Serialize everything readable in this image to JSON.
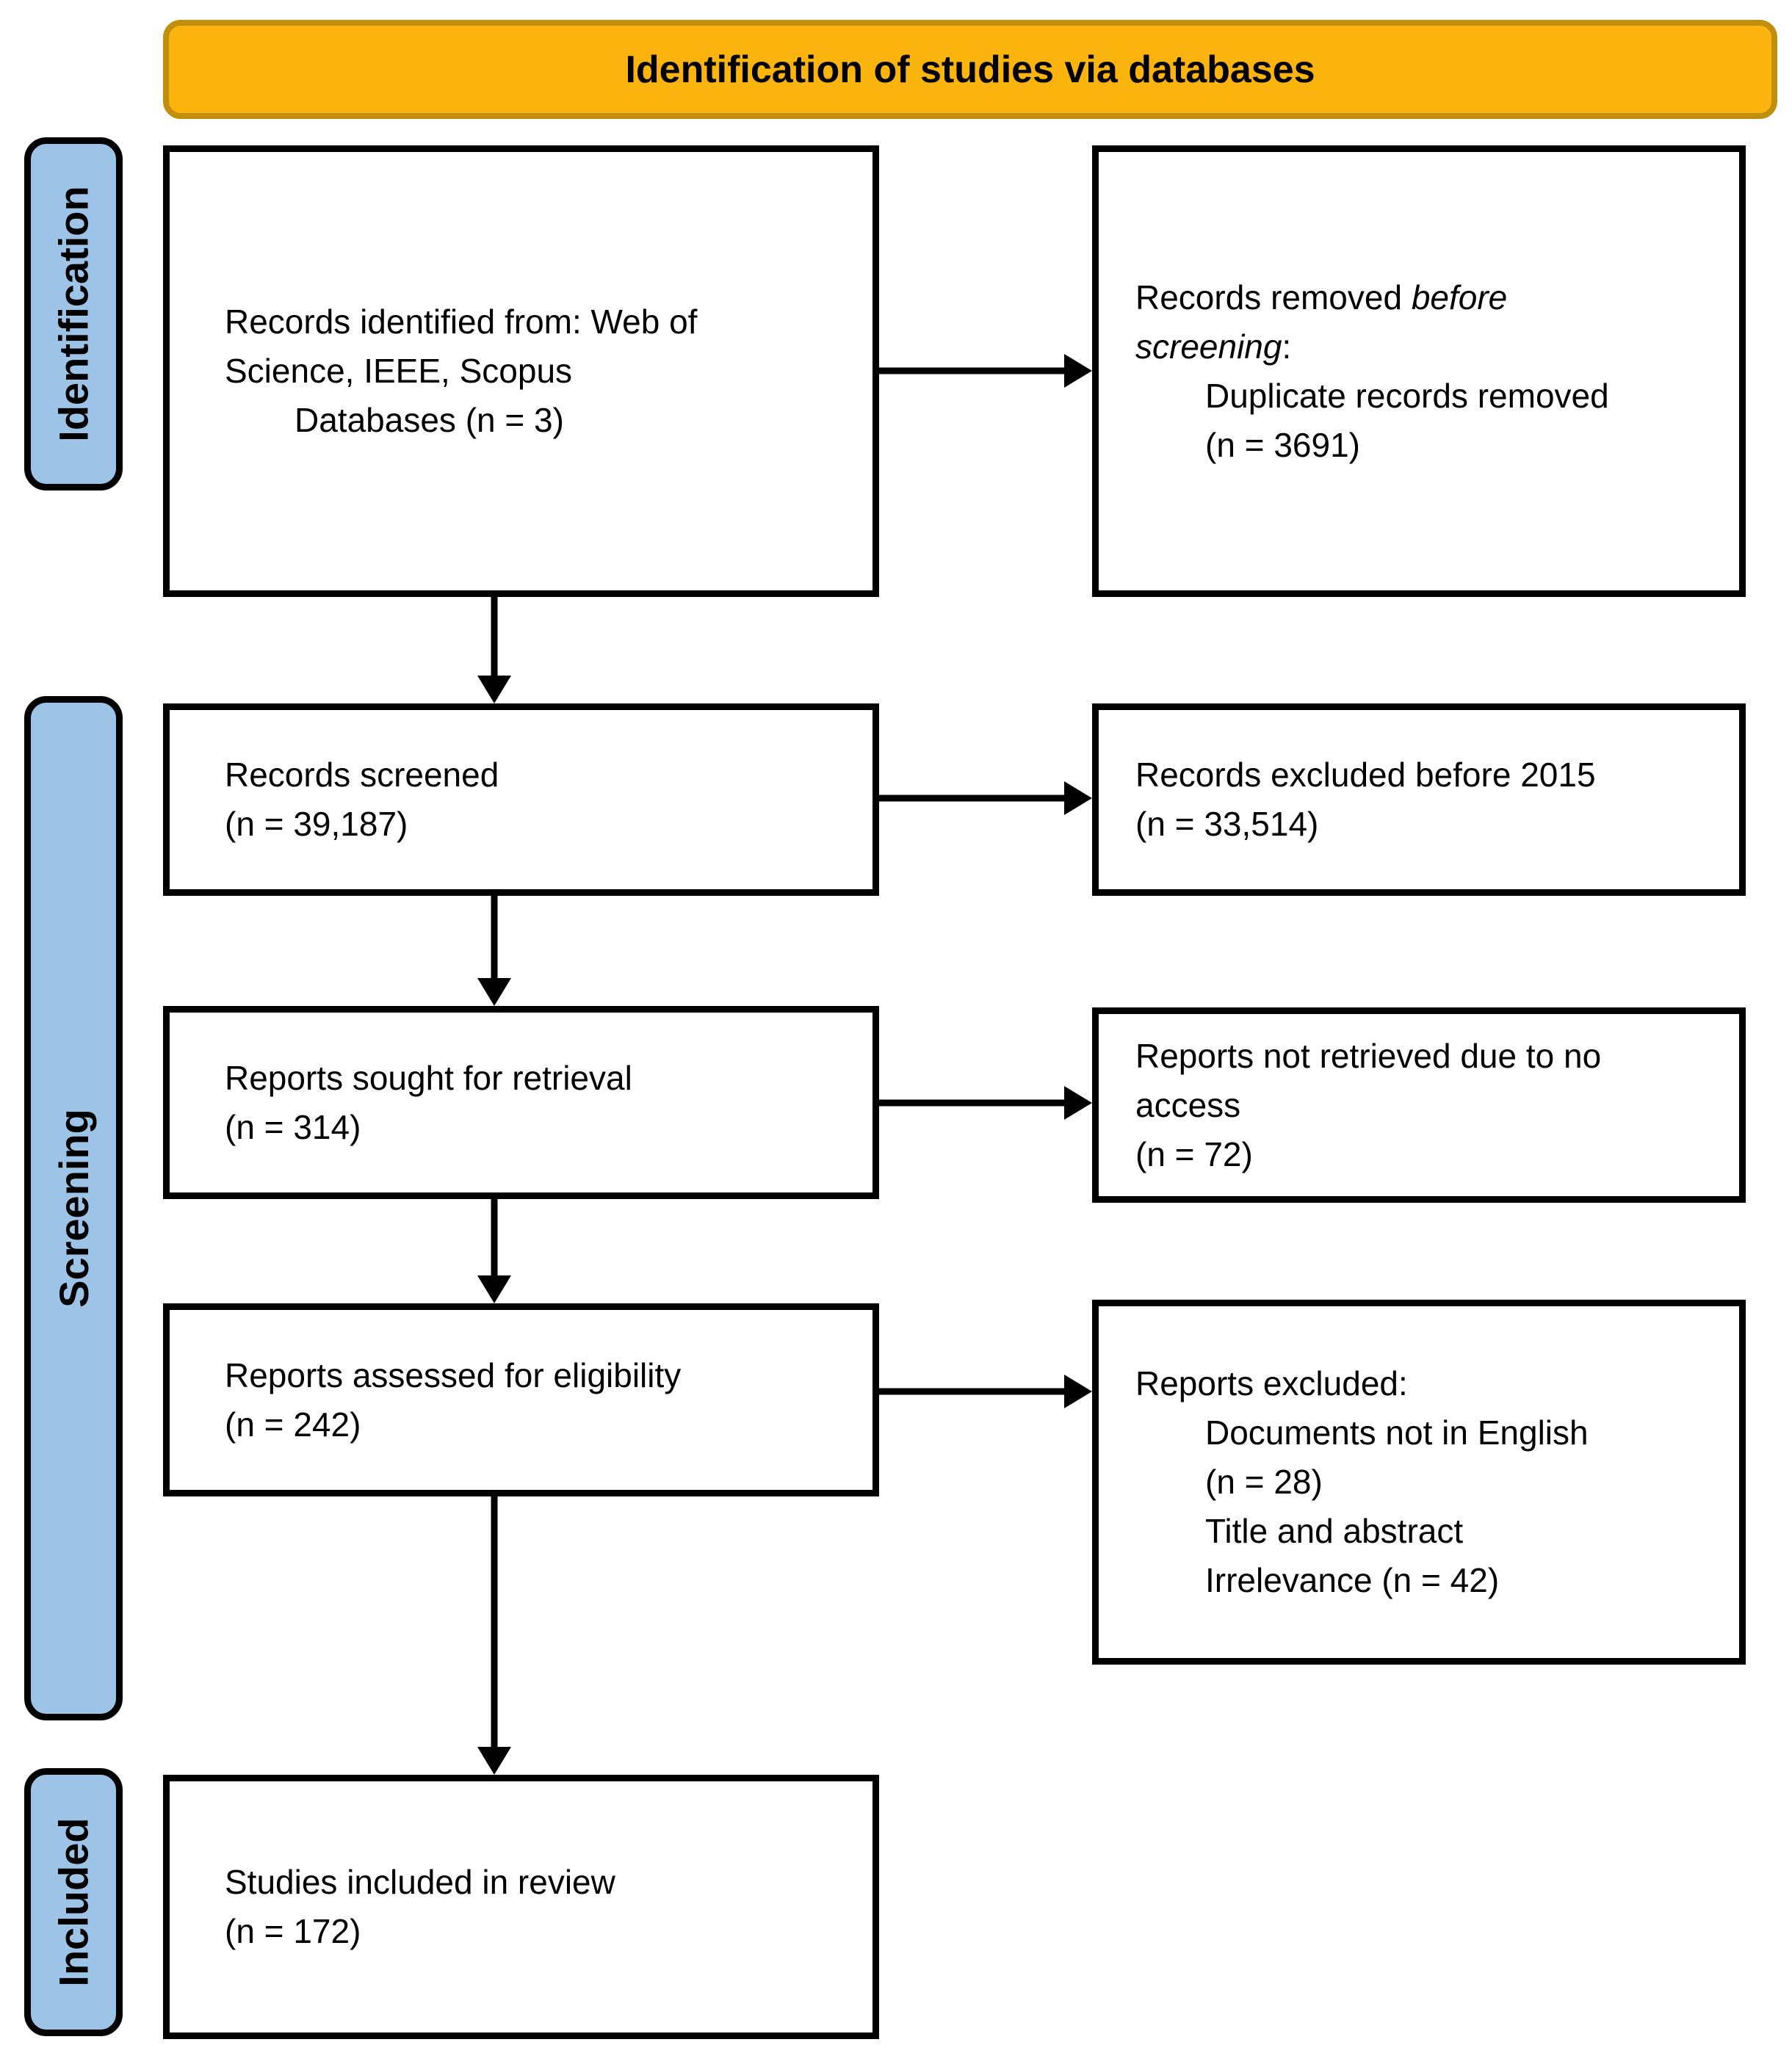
{
  "banner": {
    "label": "Identification of studies via databases"
  },
  "colors": {
    "banner_fill": "#FBB40E",
    "banner_border": "#C28E0E",
    "stage_fill": "#9DC3E6",
    "box_border": "#000000",
    "text": "#000000"
  },
  "stages": [
    {
      "label": "Identification"
    },
    {
      "label": "Screening"
    },
    {
      "label": "Included"
    }
  ],
  "boxes": {
    "records_identified": {
      "lines": [
        {
          "indent": 0,
          "segs": [
            {
              "t": "Records identified from: Web of"
            }
          ]
        },
        {
          "indent": 0,
          "segs": [
            {
              "t": "Science, IEEE, Scopus"
            }
          ]
        },
        {
          "indent": 1,
          "segs": [
            {
              "t": "Databases (n = 3)"
            }
          ]
        }
      ]
    },
    "records_removed": {
      "lines": [
        {
          "indent": 0,
          "segs": [
            {
              "t": "Records removed "
            },
            {
              "t": "before",
              "i": true
            }
          ]
        },
        {
          "indent": 0,
          "segs": [
            {
              "t": "screening",
              "i": true
            },
            {
              "t": ":"
            }
          ]
        },
        {
          "indent": 1,
          "segs": [
            {
              "t": "Duplicate records removed"
            }
          ]
        },
        {
          "indent": 1,
          "segs": [
            {
              "t": "(n = 3691)"
            }
          ]
        }
      ]
    },
    "records_screened": {
      "lines": [
        {
          "indent": 0,
          "segs": [
            {
              "t": "Records screened"
            }
          ]
        },
        {
          "indent": 0,
          "segs": [
            {
              "t": "(n = 39,187)"
            }
          ]
        }
      ]
    },
    "records_excluded": {
      "lines": [
        {
          "indent": 0,
          "segs": [
            {
              "t": "Records excluded before 2015"
            }
          ]
        },
        {
          "indent": 0,
          "segs": [
            {
              "t": "(n = 33,514)"
            }
          ]
        }
      ]
    },
    "reports_sought": {
      "lines": [
        {
          "indent": 0,
          "segs": [
            {
              "t": "Reports sought for retrieval"
            }
          ]
        },
        {
          "indent": 0,
          "segs": [
            {
              "t": "(n = 314)"
            }
          ]
        }
      ]
    },
    "reports_not_retrieved": {
      "lines": [
        {
          "indent": 0,
          "segs": [
            {
              "t": "Reports not retrieved due to no"
            }
          ]
        },
        {
          "indent": 0,
          "segs": [
            {
              "t": "access"
            }
          ]
        },
        {
          "indent": 0,
          "segs": [
            {
              "t": "(n = 72)"
            }
          ]
        }
      ]
    },
    "reports_assessed": {
      "lines": [
        {
          "indent": 0,
          "segs": [
            {
              "t": "Reports assessed for eligibility"
            }
          ]
        },
        {
          "indent": 0,
          "segs": [
            {
              "t": "(n = 242)"
            }
          ]
        }
      ]
    },
    "reports_excluded": {
      "lines": [
        {
          "indent": 0,
          "segs": [
            {
              "t": "Reports excluded:"
            }
          ]
        },
        {
          "indent": 1,
          "segs": [
            {
              "t": "Documents not in English"
            }
          ]
        },
        {
          "indent": 1,
          "segs": [
            {
              "t": "(n = 28)"
            }
          ]
        },
        {
          "indent": 1,
          "segs": [
            {
              "t": "Title and abstract"
            }
          ]
        },
        {
          "indent": 1,
          "segs": [
            {
              "t": "Irrelevance (n = 42)"
            }
          ]
        }
      ]
    },
    "studies_included": {
      "lines": [
        {
          "indent": 0,
          "segs": [
            {
              "t": "Studies included in review"
            }
          ]
        },
        {
          "indent": 0,
          "segs": [
            {
              "t": "(n = 172)"
            }
          ]
        }
      ]
    }
  }
}
